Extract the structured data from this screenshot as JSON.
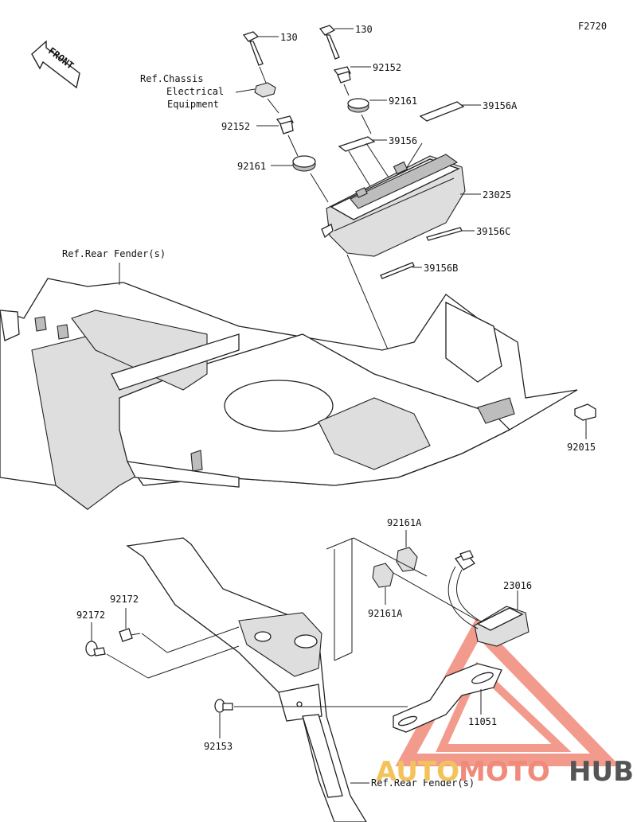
{
  "figure_code": "F2720",
  "front_label": "FRONT",
  "refs": {
    "chassis_electrical": [
      "Ref.Chassis",
      "Electrical",
      "Equipment"
    ],
    "rear_fender_top": "Ref.Rear Fender(s)",
    "rear_fender_bottom": "Ref.Rear Fender(s)"
  },
  "parts": {
    "bolt_130_left": "130",
    "bolt_130_right": "130",
    "collar_92152_right": "92152",
    "collar_92152_left": "92152",
    "grommet_92161_right": "92161",
    "grommet_92161_left": "92161",
    "pad_39156A": "39156A",
    "pad_39156": "39156",
    "tail_lamp_23025": "23025",
    "pad_39156C": "39156C",
    "pad_39156B": "39156B",
    "clip_92015": "92015",
    "grommet_92161A_top": "92161A",
    "grommet_92161A_bottom": "92161A",
    "license_lamp_23016": "23016",
    "bracket_11051": "11051",
    "bolt_92172_a": "92172",
    "bolt_92172_b": "92172",
    "bolt_92153": "92153"
  },
  "watermark": {
    "auto": "AUTO",
    "moto": "MOTO",
    "hub": "HUB"
  },
  "colors": {
    "line": "#222222",
    "watermark_red": "#f08a7a",
    "watermark_yellow": "#f3c25a",
    "watermark_gray": "#555555"
  }
}
